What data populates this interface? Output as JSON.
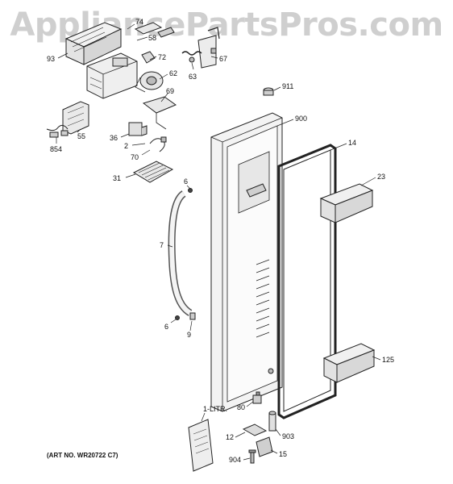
{
  "watermark": "AppliancePartsPros.com",
  "art_number": "(ART NO. WR20722 C7)",
  "parts": [
    {
      "id": "74",
      "label": "74"
    },
    {
      "id": "58",
      "label": "58"
    },
    {
      "id": "93",
      "label": "93"
    },
    {
      "id": "72",
      "label": "72"
    },
    {
      "id": "67",
      "label": "67"
    },
    {
      "id": "63",
      "label": "63"
    },
    {
      "id": "62",
      "label": "62"
    },
    {
      "id": "911",
      "label": "911"
    },
    {
      "id": "69",
      "label": "69"
    },
    {
      "id": "55",
      "label": "55"
    },
    {
      "id": "900",
      "label": "900"
    },
    {
      "id": "36",
      "label": "36"
    },
    {
      "id": "854",
      "label": "854"
    },
    {
      "id": "2",
      "label": "2"
    },
    {
      "id": "14",
      "label": "14"
    },
    {
      "id": "70",
      "label": "70"
    },
    {
      "id": "23",
      "label": "23"
    },
    {
      "id": "31",
      "label": "31"
    },
    {
      "id": "6a",
      "label": "6"
    },
    {
      "id": "7",
      "label": "7"
    },
    {
      "id": "6b",
      "label": "6"
    },
    {
      "id": "9",
      "label": "9"
    },
    {
      "id": "125",
      "label": "125"
    },
    {
      "id": "1",
      "label": "1-LITR."
    },
    {
      "id": "80",
      "label": "80"
    },
    {
      "id": "12",
      "label": "12"
    },
    {
      "id": "903",
      "label": "903"
    },
    {
      "id": "904",
      "label": "904"
    },
    {
      "id": "15",
      "label": "15"
    }
  ]
}
